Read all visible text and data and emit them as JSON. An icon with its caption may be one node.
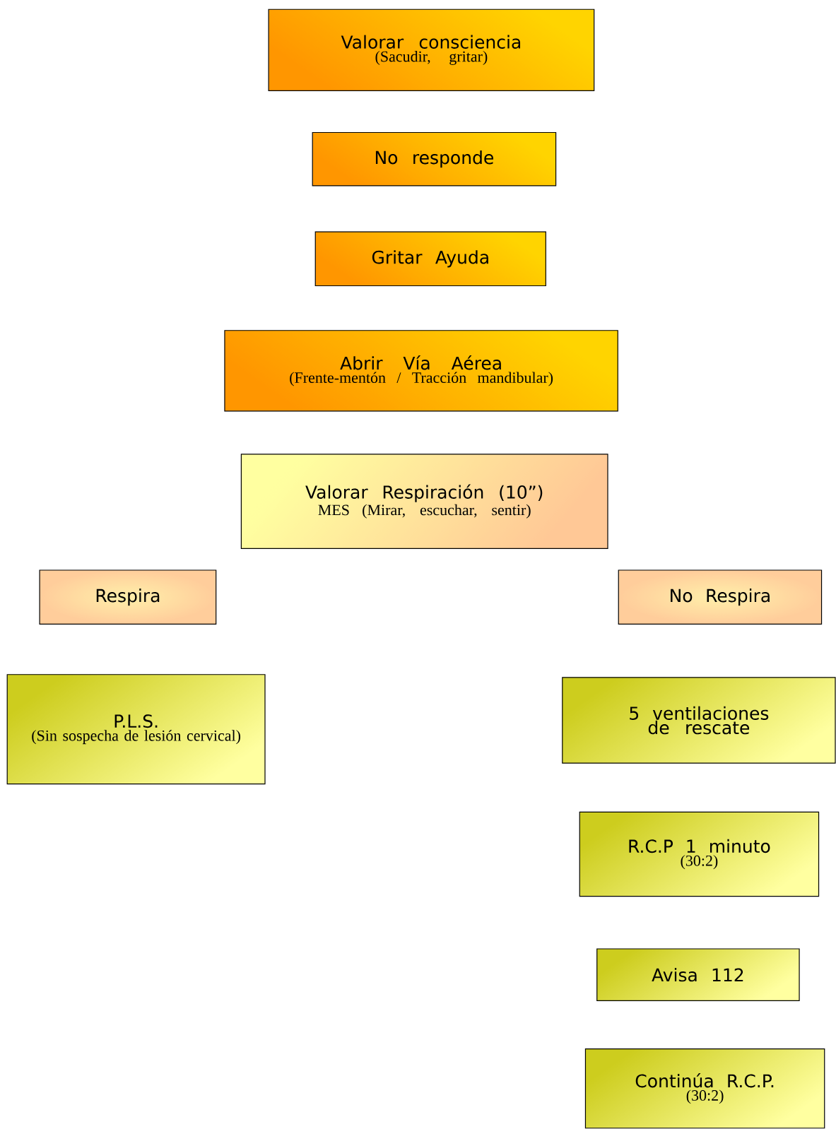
{
  "diagram": {
    "nodes": [
      {
        "text": [
          "Valorar consciencia",
          "(Sacudir, gritar)"
        ]
      },
      {
        "text": [
          "No responde"
        ]
      },
      {
        "text": [
          "Gritar Ayuda"
        ]
      },
      {
        "text": [
          "Abrir Vía Aérea",
          "(Frente-mentón / Tracción mandibular)"
        ]
      },
      {
        "text": [
          "Valorar Respiración (10”)",
          "MES (Mirar, escuchar, sentir)"
        ]
      },
      {
        "text": [
          "Respira"
        ]
      },
      {
        "text": [
          "No Respira"
        ]
      },
      {
        "text": [
          "P.L.S.",
          "(Sin sospecha de lesión cervical)"
        ]
      },
      {
        "text": [
          "5 ventilaciones de rescate"
        ]
      },
      {
        "text": [
          "R.C.P 1 minuto",
          "(30:2)"
        ]
      },
      {
        "text": [
          "Avisa 112"
        ]
      },
      {
        "text": [
          "Continúa R.C.P.",
          "(30:2)"
        ]
      }
    ]
  }
}
